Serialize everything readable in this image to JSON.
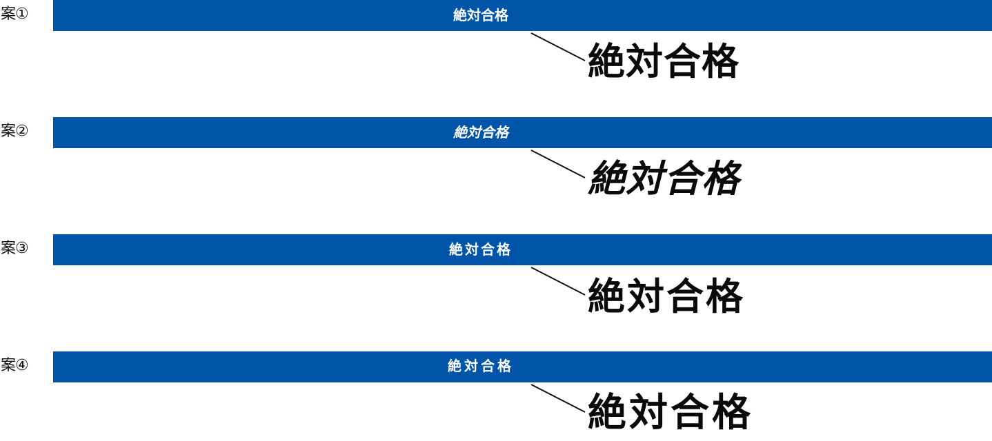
{
  "options": [
    {
      "label": "案①",
      "banner_text": "絶対合格",
      "sample_text": "絶対合格",
      "style": "gothic"
    },
    {
      "label": "案②",
      "banner_text": "絶対合格",
      "sample_text": "絶対合格",
      "style": "gothic-italic"
    },
    {
      "label": "案③",
      "banner_text": "絶対合格",
      "sample_text": "絶対合格",
      "style": "mincho"
    },
    {
      "label": "案④",
      "banner_text": "絶対合格",
      "sample_text": "絶対合格",
      "style": "brush"
    }
  ],
  "colors": {
    "banner": "#0055a8",
    "banner_text": "#ffffff",
    "sample_text": "#0a0a0a",
    "background": "#ffffff"
  }
}
